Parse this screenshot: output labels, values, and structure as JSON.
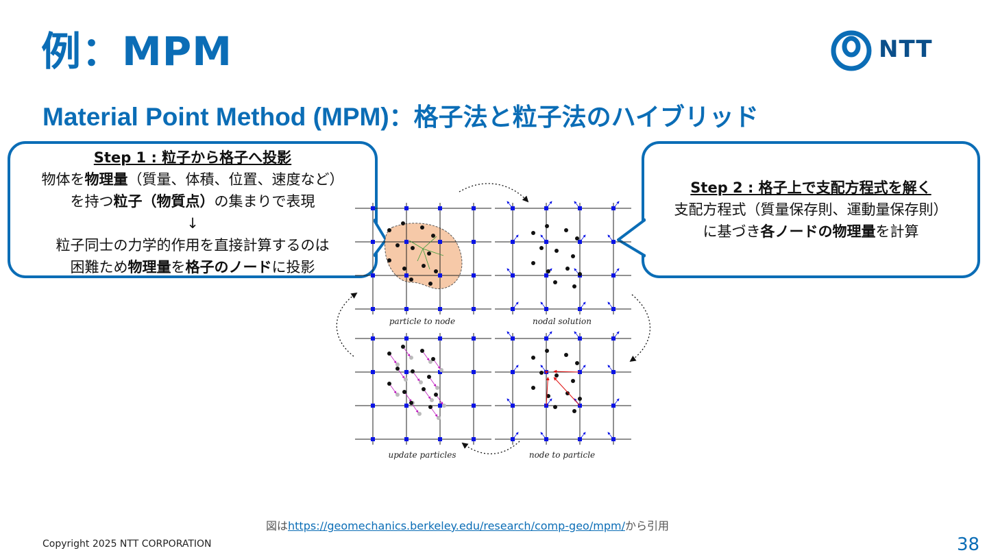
{
  "title": "例：MPM",
  "logo": {
    "text": "NTT"
  },
  "subtitle": {
    "latin": "Material Point Method (MPM)",
    "jp": "：格子法と粒子法のハイブリッド"
  },
  "step1": {
    "heading": "Step 1 : 粒子から格子へ投影",
    "l1a": "物体を",
    "l1b": "物理量",
    "l1c": "（質量、体積、位置、速度など）",
    "l2a": "を持つ",
    "l2b": "粒子（物質点）",
    "l2c": "の集まりで表現",
    "arrow": "↓",
    "l3": "粒子同士の力学的作用を直接計算するのは",
    "l4a": "困難ため",
    "l4b": "物理量",
    "l4c": "を",
    "l4d": "格子のノード",
    "l4e": "に投影"
  },
  "step2": {
    "heading": "Step 2 : 格子上で支配方程式を解く",
    "l1": "支配方程式（質量保存則、運動量保存則）",
    "l2a": "に基づき",
    "l2b": "各ノードの物理量",
    "l2c": "を計算"
  },
  "diagram": {
    "captions": {
      "tl": "particle to node",
      "tr": "nodal solution",
      "bl": "update particles",
      "br": "node to particle"
    },
    "colors": {
      "node": "#0a14e6",
      "grid": "#222222",
      "body": "#f6c9a8"
    }
  },
  "citation": {
    "prefix": "図は",
    "url": "https://geomechanics.berkeley.edu/research/comp-geo/mpm/",
    "suffix": "から引用"
  },
  "copyright": "Copyright 2025 NTT CORPORATION",
  "page": "38"
}
